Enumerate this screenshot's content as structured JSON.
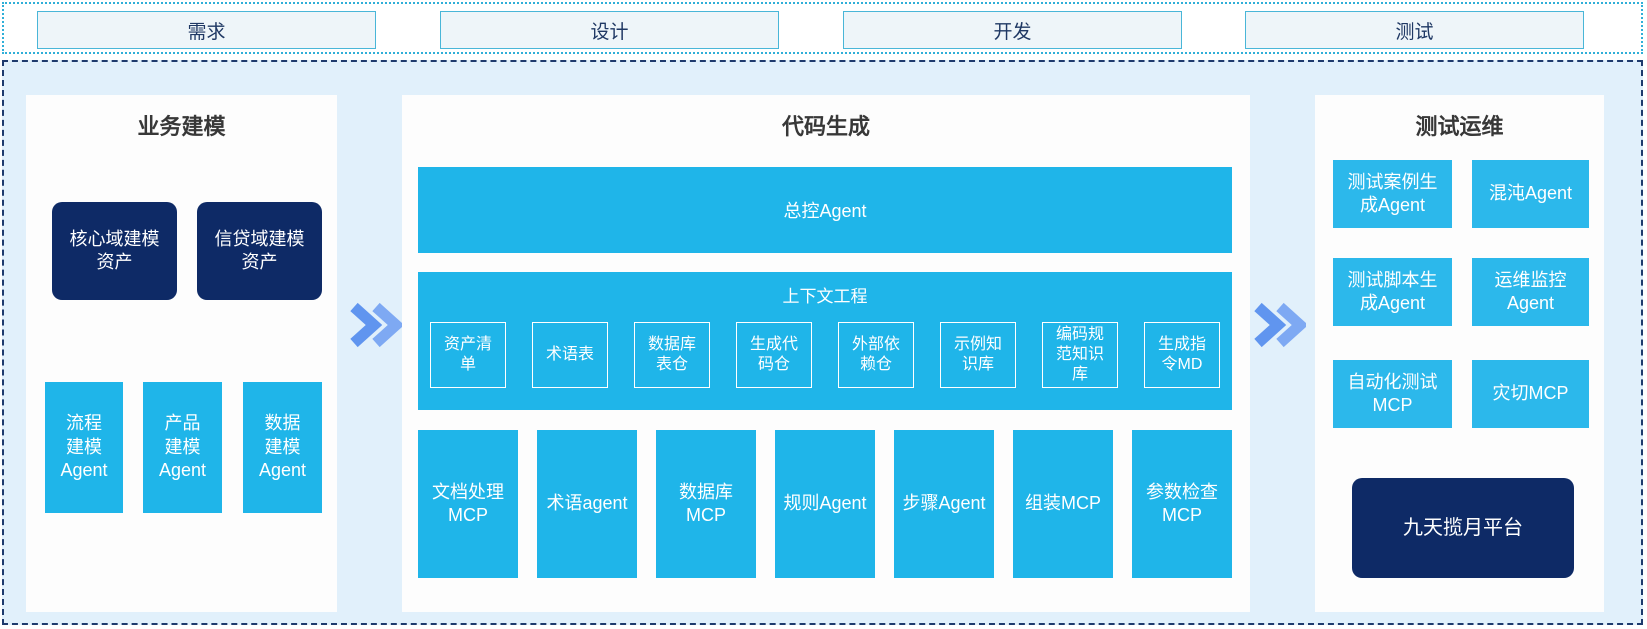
{
  "phases": [
    "需求",
    "设计",
    "开发",
    "测试"
  ],
  "business": {
    "title": "业务建模",
    "assets": [
      "核心域建模\n资产",
      "信贷域建模\n资产"
    ],
    "agents": [
      "流程\n建模\nAgent",
      "产品\n建模\nAgent",
      "数据\n建模\nAgent"
    ]
  },
  "codegen": {
    "title": "代码生成",
    "master_agent": "总控Agent",
    "context": {
      "title": "上下文工程",
      "items": [
        "资产清\n单",
        "术语表",
        "数据库\n表仓",
        "生成代\n码仓",
        "外部依\n赖仓",
        "示例知\n识库",
        "编码规\n范知识\n库",
        "生成指\n令MD"
      ]
    },
    "tools": [
      "文档处理\nMCP",
      "术语agent",
      "数据库\nMCP",
      "规则Agent",
      "步骤Agent",
      "组装MCP",
      "参数检查\nMCP"
    ]
  },
  "testops": {
    "title": "测试运维",
    "items": [
      "测试案例生\n成Agent",
      "混沌Agent",
      "测试脚本生\n成Agent",
      "运维监控\nAgent",
      "自动化测试\nMCP",
      "灾切MCP"
    ],
    "platform": "九天揽月平台"
  },
  "colors": {
    "cyan": "#1fb5e9",
    "cyan_light": "#2cb8eb",
    "navy": "#0e2a66",
    "area_bg": "#e1f0fb",
    "phase_box_bg": "#eef5f9",
    "phase_box_border": "#49b6d8",
    "dotted_border": "#2fafd8",
    "dashed_border": "#1e3a6d",
    "chevron_dark": "#6095ef",
    "chevron_light": "#7ea9f3",
    "title_text": "#383838",
    "phase_text": "#1f3864"
  }
}
